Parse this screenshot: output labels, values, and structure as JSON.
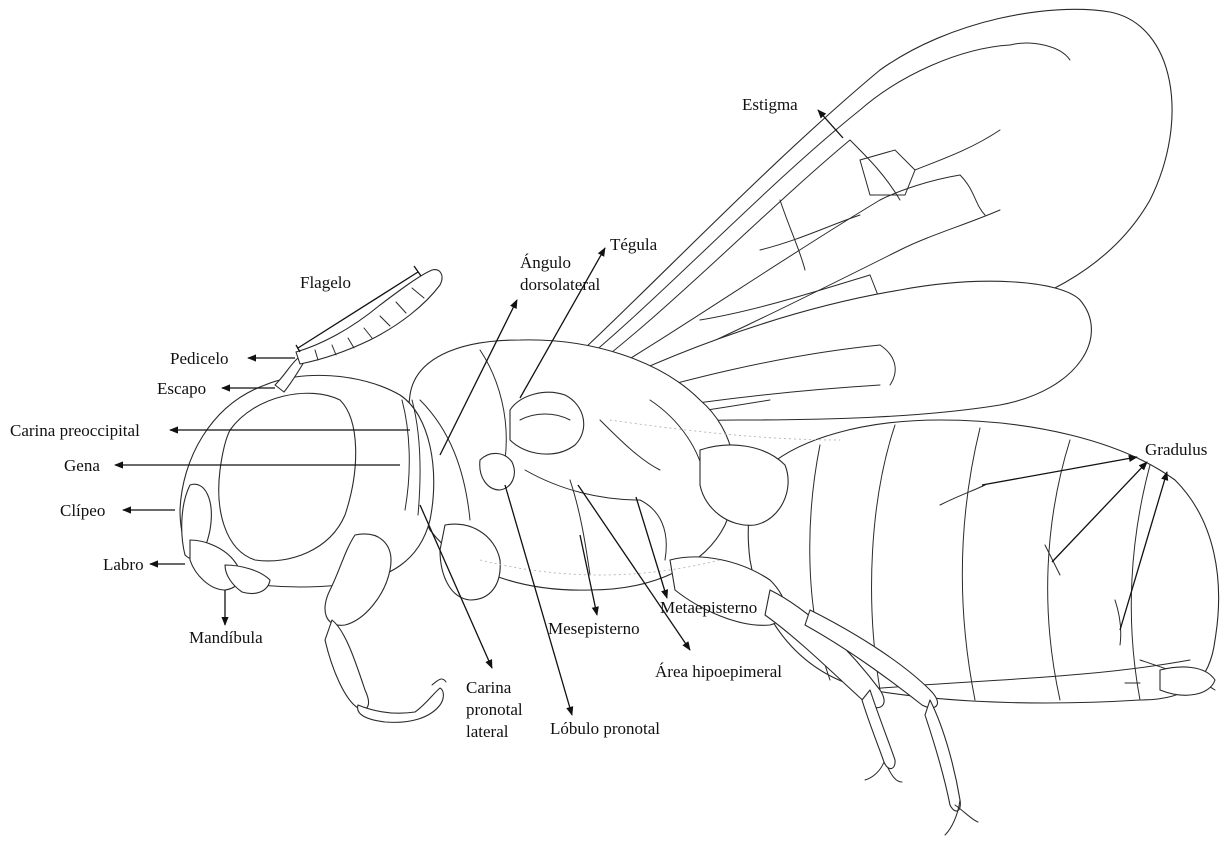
{
  "labels": {
    "estigma": "Estigma",
    "tegula": "Tégula",
    "angulo_1": "Ángulo",
    "angulo_2": "dorsolateral",
    "flagelo": "Flagelo",
    "pedicelo": "Pedicelo",
    "escapo": "Escapo",
    "carina_preoccipital": "Carina preoccipital",
    "gena": "Gena",
    "clipeo": "Clípeo",
    "labro": "Labro",
    "mandibula": "Mandíbula",
    "carina_pronotal_1": "Carina",
    "carina_pronotal_2": "pronotal",
    "carina_pronotal_3": "lateral",
    "lobulo_pronotal": "Lóbulo pronotal",
    "mesepisterno": "Mesepisterno",
    "metaepisterno": "Metaepisterno",
    "area_hipoepimeral": "Área hipoepimeral",
    "gradulus": "Gradulus"
  }
}
